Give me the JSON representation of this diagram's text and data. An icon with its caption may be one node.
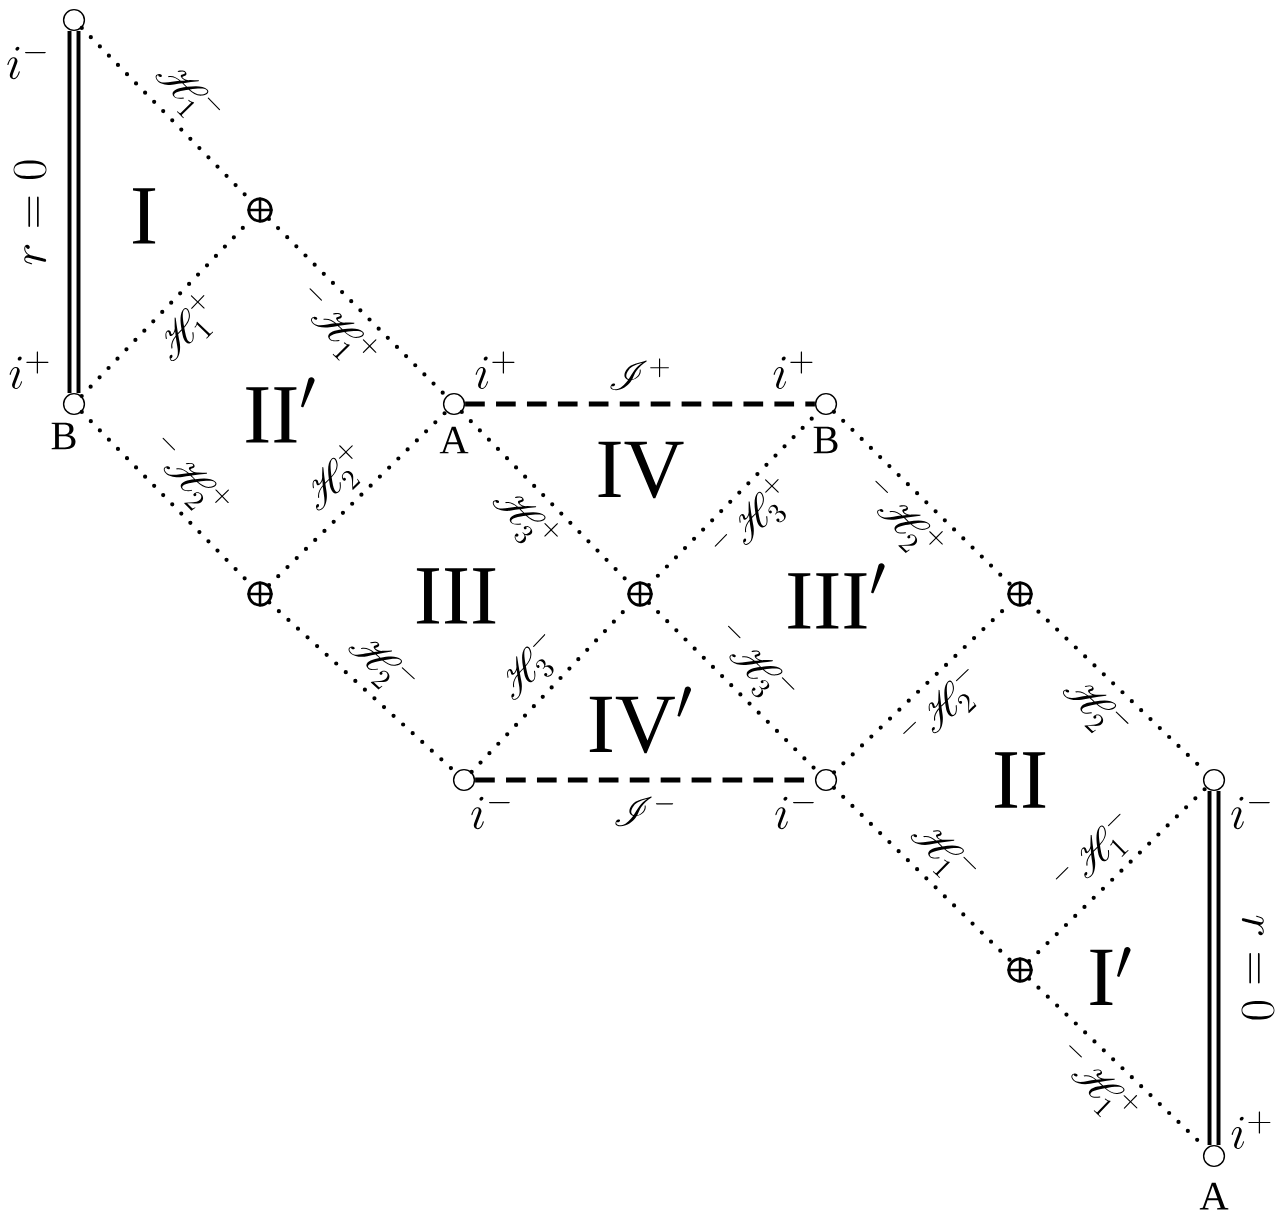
{
  "diagram": {
    "nodes": [
      {
        "text": [],
        "shape": "circle",
        "beside": [
          "i^-"
        ]
      },
      {
        "text": [],
        "shape": "circle",
        "beside": [
          "i^+",
          "B"
        ]
      },
      {
        "text": [],
        "shape": "cross"
      },
      {
        "text": [],
        "shape": "circle",
        "beside": [
          "i^+",
          "A"
        ]
      },
      {
        "text": [],
        "shape": "cross"
      },
      {
        "text": [],
        "shape": "circle",
        "beside": [
          "i^+",
          "B"
        ]
      },
      {
        "text": [],
        "shape": "cross"
      },
      {
        "text": [],
        "shape": "circle",
        "beside": [
          "i^-"
        ]
      },
      {
        "text": [],
        "shape": "circle",
        "beside": [
          "i^-"
        ]
      },
      {
        "text": [],
        "shape": "cross"
      },
      {
        "text": [],
        "shape": "circle",
        "beside": [
          "i^-"
        ]
      },
      {
        "text": [],
        "shape": "cross"
      },
      {
        "text": [],
        "shape": "circle",
        "beside": [
          "i^+",
          "A"
        ]
      }
    ],
    "edges": [
      {
        "from": 0,
        "to": 2,
        "arrow": "none",
        "style": "dashed",
        "label": "\\mathscr{H}_{1}^{-}"
      },
      {
        "from": 1,
        "to": 2,
        "arrow": "none",
        "style": "dashed",
        "label": "\\mathscr{H}_{1}^{+}"
      },
      {
        "from": 2,
        "to": 3,
        "arrow": "none",
        "style": "dashed",
        "label": "{}^{-}\\mathscr{H}_{1}^{+}"
      },
      {
        "from": 1,
        "to": 4,
        "arrow": "none",
        "style": "dashed",
        "label": "{}^{-}\\mathscr{H}_{2}^{+}"
      },
      {
        "from": 4,
        "to": 3,
        "arrow": "none",
        "style": "dashed",
        "label": "\\mathscr{H}_{2}^{+}"
      },
      {
        "from": 3,
        "to": 6,
        "arrow": "none",
        "style": "dashed",
        "label": "\\mathscr{H}_{3}^{+}"
      },
      {
        "from": 4,
        "to": 7,
        "arrow": "none",
        "style": "dashed",
        "label": "\\mathscr{H}_{2}^{-}"
      },
      {
        "from": 7,
        "to": 6,
        "arrow": "none",
        "style": "dashed",
        "label": "\\mathscr{H}_{3}^{-}"
      },
      {
        "from": 6,
        "to": 5,
        "arrow": "none",
        "style": "dashed",
        "label": "{}^{-}\\mathscr{H}_{3}^{+}"
      },
      {
        "from": 6,
        "to": 8,
        "arrow": "none",
        "style": "dashed",
        "label": "{}^{-}\\mathscr{H}_{3}^{-}"
      },
      {
        "from": 5,
        "to": 9,
        "arrow": "none",
        "style": "dashed",
        "label": "{}^{-}\\mathscr{H}_{2}^{+}"
      },
      {
        "from": 8,
        "to": 9,
        "arrow": "none",
        "style": "dashed",
        "label": "{}^{-}\\mathscr{H}_{2}^{-}"
      },
      {
        "from": 9,
        "to": 10,
        "arrow": "none",
        "style": "dashed",
        "label": "\\mathscr{H}_{2}^{-}"
      },
      {
        "from": 8,
        "to": 11,
        "arrow": "none",
        "style": "dashed",
        "label": "\\mathscr{H}_{1}^{-}"
      },
      {
        "from": 11,
        "to": 10,
        "arrow": "none",
        "style": "dashed",
        "label": "{}^{-}\\mathscr{H}_{1}^{-}"
      },
      {
        "from": 11,
        "to": 12,
        "arrow": "none",
        "style": "dashed",
        "label": "{}^{-}\\mathscr{H}_{1}^{+}"
      },
      {
        "from": 3,
        "to": 5,
        "arrow": "none",
        "style": "dashed",
        "label": "\\mathscr{I}^{+}"
      },
      {
        "from": 7,
        "to": 8,
        "arrow": "none",
        "style": "dashed",
        "label": "\\mathscr{I}^{-}"
      },
      {
        "from": 0,
        "to": 1,
        "arrow": "none",
        "style": "thick",
        "label": "r = 0"
      },
      {
        "from": 10,
        "to": 12,
        "arrow": "none",
        "style": "thick",
        "label": "r = 0"
      }
    ],
    "labels": [
      "\\mathrm{I}",
      "\\mathrm{II}'",
      "\\mathrm{IV}",
      "\\mathrm{III}",
      "\\mathrm{III}'",
      "\\mathrm{IV}'",
      "\\mathrm{II}",
      "\\mathrm{I}'"
    ]
  }
}
